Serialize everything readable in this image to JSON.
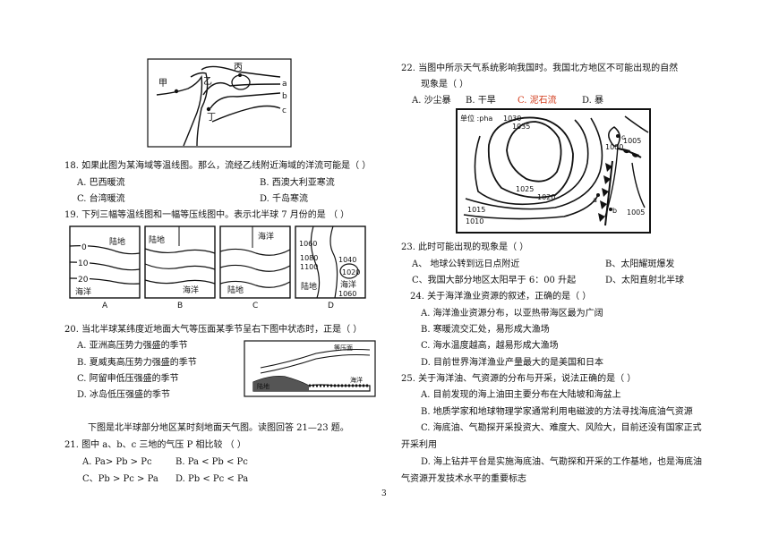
{
  "page_number": "3",
  "fig_top_left": {
    "labels": [
      "甲",
      "乙",
      "丙",
      "丁",
      "a",
      "b",
      "c"
    ]
  },
  "q18": {
    "stem": "18. 如果此图为某海域等温线图。那么，流经乙线附近海域的洋流可能是（ ）",
    "a": "A. 巴西暖流",
    "b": "B. 西澳大利亚寒流",
    "c": "C. 台湾暖流",
    "d": "D. 千岛寒流"
  },
  "q19": {
    "stem": "19. 下列三幅等温线图和一幅等压线图中。表示北半球 7 月份的是 （ ）",
    "panels": [
      {
        "letter": "A",
        "labels": [
          "0",
          "10",
          "20",
          "陆地",
          "海洋"
        ]
      },
      {
        "letter": "B",
        "labels": [
          "陆地",
          "海洋"
        ]
      },
      {
        "letter": "C",
        "labels": [
          "海洋",
          "陆地"
        ]
      },
      {
        "letter": "D",
        "labels": [
          "1060",
          "1080",
          "1100",
          "1040",
          "1020",
          "海洋",
          "陆地",
          "1060"
        ]
      }
    ]
  },
  "q20": {
    "stem": "20. 当北半球某纬度近地面大气等压面某季节呈右下图中状态时，正是（ ）",
    "a": "A. 亚洲高压势力强盛的季节",
    "b": "B. 夏威夷高压势力强盛的季节",
    "c": "C. 阿留申低压强盛的季节",
    "d": "D. 冰岛低压强盛的季节",
    "figure_labels": [
      "等压面",
      "陆地",
      "海洋"
    ]
  },
  "intro_21_23": "下图是北半球部分地区某时刻地面天气图。读图回答 21—23 题。",
  "q21": {
    "stem": "21. 图中 a、b、c 三地的气压 P 相比较 （ ）",
    "a": "A. Pa> Pb > Pc",
    "b": "B. Pa < Pb < Pc",
    "c": "C、Pb > Pc > Pa",
    "d": "D. Pb < Pc < Pa"
  },
  "q22": {
    "stem_1": "22. 当图中所示天气系统影响我国时。我国北方地区不可能出现的自然",
    "stem_2": "现象是（ ）",
    "a": "A. 沙尘暴",
    "b": "B. 干旱",
    "c": "C. 泥石流",
    "d": "D. 暴"
  },
  "weather_map": {
    "unit": "单位 :pha",
    "isobars": [
      "1030",
      "1035",
      "1025",
      "1020",
      "1015",
      "1010",
      "1000",
      "1005",
      "1005"
    ],
    "points": [
      "a",
      "b",
      "c"
    ]
  },
  "q23": {
    "stem": "23. 此时可能出现的现象是（ ）",
    "a": "A、 地球公转到远日点附近",
    "b": "B、太阳耀斑爆发",
    "c": "C、我国大部分地区太阳早于 6：00 升起",
    "d": "D、太阳直射北半球"
  },
  "q24": {
    "stem": "24. 关于海洋渔业资源的叙述，正确的是（ ）",
    "a": "A. 海洋渔业资源分布，以亚热带海区最为广阔",
    "b": "B. 寒暖流交汇处，易形成大渔场",
    "c": "C. 海水温度越高，越易形成大渔场",
    "d": "D. 目前世界海洋渔业产量最大的是美国和日本"
  },
  "q25": {
    "stem": "25. 关于海洋油、气资源的分布与开采，说法正确的是（ ）",
    "a": "A. 目前发现的海上油田主要分布在大陆坡和海盆上",
    "b": "B. 地质学家和地球物理学家通常利用电磁波的方法寻找海底油气资源",
    "c_1": "C. 海底油、气勘探开采投资大、难度大、风险大，目前还没有国家正式",
    "c_2": "开采利用",
    "d_1": "D. 海上钻井平台是实施海底油、气勘探和开采的工作基地，也是海底油",
    "d_2": "气资源开发技术水平的重要标志"
  }
}
